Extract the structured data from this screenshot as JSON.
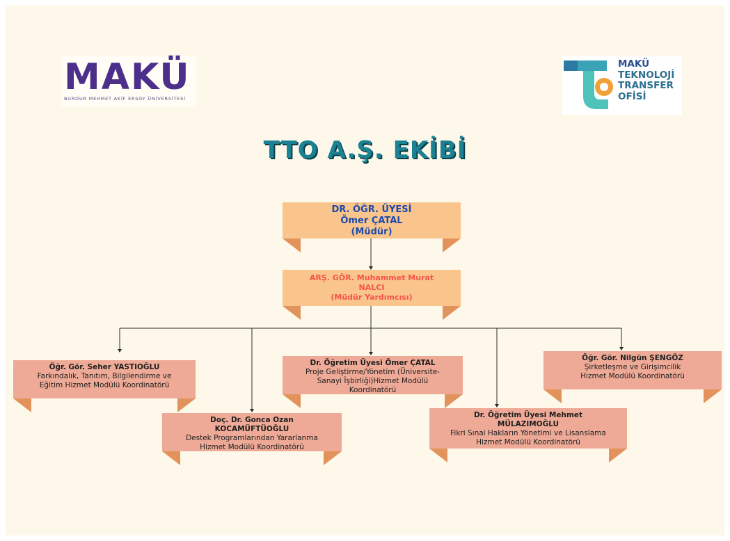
{
  "logos": {
    "left": {
      "word": "MAKÜ",
      "subtitle": "BURDUR MEHMET AKİF ERSOY ÜNİVERSİTESİ"
    },
    "right": {
      "lines": [
        "MAKÜ",
        "TEKNOLOJİ",
        "TRANSFER",
        "OFİSİ"
      ]
    }
  },
  "title": "TTO A.Ş. EKİBİ",
  "director": {
    "line1": "DR. ÖĞR. ÜYESİ",
    "line2": "Ömer ÇATAL",
    "line3": "(Müdür)"
  },
  "deputy": {
    "line1": "ARŞ. GÖR. Muhammet Murat",
    "line2": "NALCI",
    "line3": "(Müdür Yardımcısı)"
  },
  "members": [
    {
      "name": "Öğr. Gör. Seher YASTIOĞLU",
      "role_lines": [
        "Farkındalık, Tanıtım, Bilgilendirme ve",
        "Eğitim Hizmet Modülü Koordinatörü"
      ]
    },
    {
      "name_lines": [
        "Doç. Dr. Gonca Ozan",
        "KOCAMÜFTÜOĞLU"
      ],
      "role_lines": [
        "Destek Programlarından Yararlanma",
        "Hizmet Modülü Koordinatörü"
      ]
    },
    {
      "name": "Dr. Öğretim Üyesi Ömer ÇATAL",
      "role_lines": [
        "Proje Geliştirme/Yönetim (Üniversite-",
        "Sanayi İşbirliği)Hizmet Modülü",
        "Koordinatörü"
      ]
    },
    {
      "name_lines": [
        "Dr. Öğretim Üyesi Mehmet",
        "MÜLAZIMOĞLU"
      ],
      "role_lines": [
        "Fikri Sınai Hakların Yönetimi ve Lisanslama",
        "Hizmet Modülü Koordinatörü"
      ]
    },
    {
      "name": "Öğr. Gör. Nilgün ŞENGÖZ",
      "role_lines": [
        "Şirketleşme ve Girişimcilik",
        "Hizmet Modülü Koordinatörü"
      ]
    }
  ],
  "colors": {
    "background": "#fdf8ea",
    "title": "#1c8192",
    "director_box": "#fac58d",
    "member_box": "#eeaa97",
    "fold": "#e2935c"
  }
}
